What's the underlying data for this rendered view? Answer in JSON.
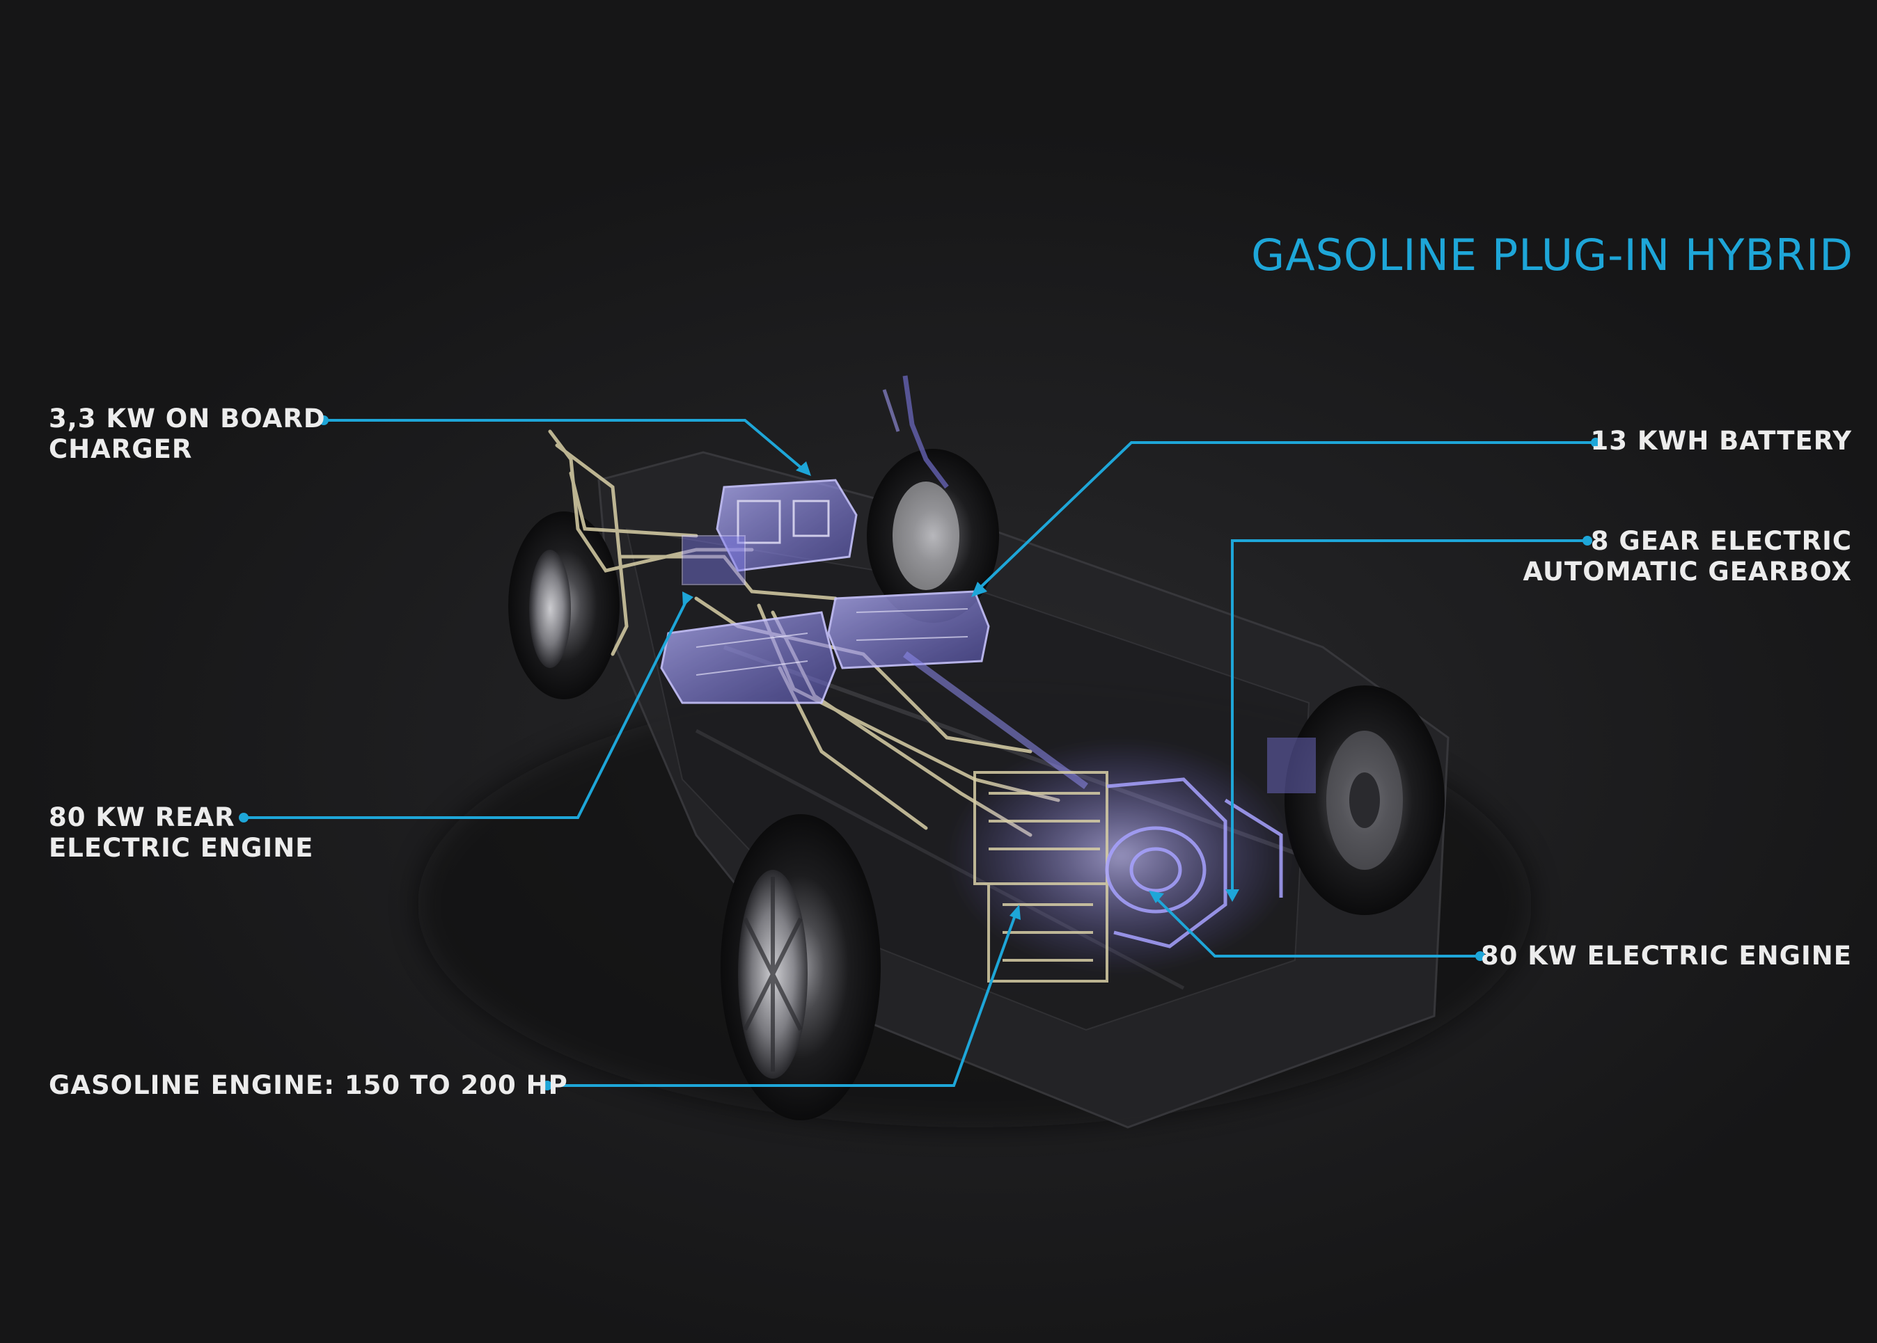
{
  "title": "GASOLINE PLUG-IN HYBRID",
  "colors": {
    "accent": "#1ea6d8",
    "label_text": "#ececec",
    "background": "#1a1a1b",
    "component_glow": "#8f8cf0",
    "wiring": "#d8cfa6"
  },
  "labels": {
    "charger": [
      "3,3 KW ON BOARD",
      "CHARGER"
    ],
    "battery": [
      "13 KWH BATTERY"
    ],
    "gearbox": [
      "8 GEAR ELECTRIC",
      "AUTOMATIC GEARBOX"
    ],
    "rear_engine": [
      "80 KW REAR",
      "ELECTRIC ENGINE"
    ],
    "electric_engine": [
      "80 KW ELECTRIC ENGINE"
    ],
    "gasoline_engine": [
      "GASOLINE ENGINE: 150 TO 200 HP"
    ]
  }
}
